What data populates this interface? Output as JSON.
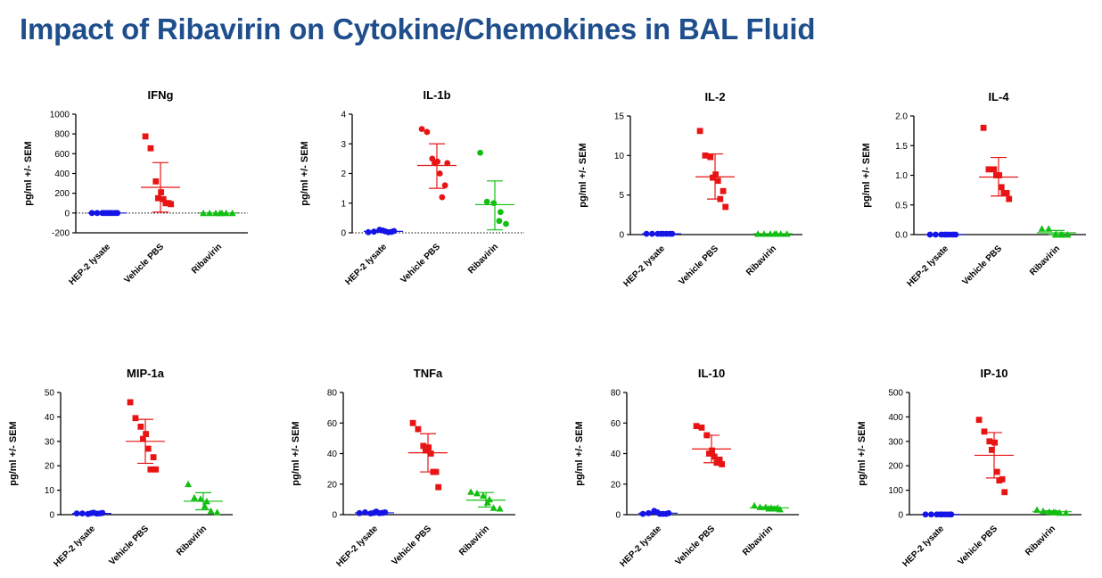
{
  "page": {
    "title": "Impact of Ribavirin on Cytokine/Chemokines in BAL Fluid"
  },
  "colors": {
    "hep2": "#1515e6",
    "vehicle": "#e81414",
    "ribavirin": "#11bf11",
    "title": "#1f4e8c"
  },
  "chart_data": [
    {
      "type": "scatter",
      "title": "IFNg",
      "ylabel": "pg/ml +/- SEM",
      "categories": [
        "HEP-2 lysate",
        "Vehicle PBS",
        "Ribavirin"
      ],
      "ylim": [
        -200,
        1000
      ],
      "yticks": [
        -200,
        0,
        200,
        400,
        600,
        800,
        1000
      ],
      "zero_line": "dotted",
      "series": [
        {
          "marker": "circle",
          "values": [
            0,
            0,
            0,
            0,
            0,
            0,
            0,
            0,
            0
          ],
          "mean": 0,
          "sem": [
            0,
            0
          ]
        },
        {
          "marker": "square",
          "values": [
            775,
            655,
            320,
            210,
            150,
            140,
            100,
            100,
            90
          ],
          "mean": 260,
          "sem": [
            10,
            510
          ]
        },
        {
          "marker": "triangle",
          "values": [
            0,
            0,
            0,
            0,
            0,
            0,
            0
          ],
          "mean": 0,
          "sem": [
            0,
            0
          ]
        }
      ]
    },
    {
      "type": "scatter",
      "title": "IL-1b",
      "ylabel": "pg/ml +/- SEM",
      "categories": [
        "HEP-2 lysate",
        "Vehicle PBS",
        "Ribavirin"
      ],
      "ylim": [
        0,
        4
      ],
      "yticks": [
        0,
        1,
        2,
        3,
        4
      ],
      "zero_line": "dotted",
      "series": [
        {
          "marker": "circle",
          "values": [
            0.02,
            0.04,
            0.1,
            0.05,
            0.08,
            0.02,
            0.06,
            0.03
          ],
          "mean": 0.05,
          "sem": [
            0.02,
            0.08
          ]
        },
        {
          "marker": "circle",
          "values": [
            3.5,
            3.4,
            2.5,
            2.4,
            2.35,
            2.0,
            1.6,
            1.2,
            2.35
          ],
          "mean": 2.27,
          "sem": [
            1.5,
            3.0
          ]
        },
        {
          "marker": "circle",
          "values": [
            2.7,
            1.05,
            1.0,
            0.7,
            0.4,
            0.3
          ],
          "mean": 0.95,
          "sem": [
            0.1,
            1.75
          ]
        }
      ]
    },
    {
      "type": "scatter",
      "title": "IL-2",
      "ylabel": "pg/ml +/- SEM",
      "categories": [
        "HEP-2 lysate",
        "Vehicle PBS",
        "Ribavirin"
      ],
      "ylim": [
        0,
        15
      ],
      "yticks": [
        0,
        5,
        10,
        15
      ],
      "series": [
        {
          "marker": "circle",
          "values": [
            0.1,
            0.1,
            0.1,
            0.1,
            0.1,
            0.1,
            0.1,
            0.1
          ],
          "mean": 0.1,
          "sem": [
            0.1,
            0.1
          ]
        },
        {
          "marker": "square",
          "values": [
            13.1,
            10.0,
            9.8,
            7.6,
            7.2,
            6.8,
            5.5,
            4.5,
            3.5
          ],
          "mean": 7.3,
          "sem": [
            4.5,
            10.2
          ]
        },
        {
          "marker": "triangle",
          "values": [
            0.1,
            0.1,
            0.1,
            0.1,
            0.1,
            0.1,
            0.1
          ],
          "mean": 0.1,
          "sem": [
            0.1,
            0.1
          ]
        }
      ]
    },
    {
      "type": "scatter",
      "title": "IL-4",
      "ylabel": "pg/ml +/- SEM",
      "categories": [
        "HEP-2 lysate",
        "Vehicle PBS",
        "Ribavirin"
      ],
      "ylim": [
        0,
        2.0
      ],
      "yticks": [
        0.0,
        0.5,
        1.0,
        1.5,
        2.0
      ],
      "decimals": 1,
      "series": [
        {
          "marker": "circle",
          "values": [
            0,
            0,
            0,
            0,
            0,
            0,
            0,
            0
          ],
          "mean": 0,
          "sem": [
            0,
            0
          ]
        },
        {
          "marker": "square",
          "values": [
            1.8,
            1.1,
            1.1,
            1.0,
            1.0,
            0.8,
            0.7,
            0.7,
            0.6
          ],
          "mean": 0.97,
          "sem": [
            0.65,
            1.3
          ]
        },
        {
          "marker": "triangle",
          "values": [
            0.1,
            0.1,
            0.0,
            0.0,
            0.0,
            0.0
          ],
          "mean": 0.03,
          "sem": [
            0.0,
            0.07
          ]
        }
      ]
    },
    {
      "type": "scatter",
      "title": "MIP-1a",
      "ylabel": "pg/ml +/- SEM",
      "categories": [
        "HEP-2 lysate",
        "Vehicle PBS",
        "Ribavirin"
      ],
      "ylim": [
        0,
        50
      ],
      "yticks": [
        0,
        10,
        20,
        30,
        40,
        50
      ],
      "series": [
        {
          "marker": "circle",
          "values": [
            0.5,
            0.5,
            0.3,
            0.8,
            0.6,
            0.4,
            0.7,
            0.5
          ],
          "mean": 0.5,
          "sem": [
            0.3,
            0.7
          ]
        },
        {
          "marker": "square",
          "values": [
            46,
            39.5,
            36,
            33,
            31,
            27,
            23.5,
            18.5,
            18.5
          ],
          "mean": 30,
          "sem": [
            21,
            39
          ]
        },
        {
          "marker": "triangle",
          "values": [
            12.5,
            7,
            6.5,
            5.5,
            3.5,
            1.5,
            1
          ],
          "mean": 5.5,
          "sem": [
            2,
            9
          ]
        }
      ]
    },
    {
      "type": "scatter",
      "title": "TNFa",
      "ylabel": "pg/ml +/- SEM",
      "categories": [
        "HEP-2 lysate",
        "Vehicle PBS",
        "Ribavirin"
      ],
      "ylim": [
        0,
        80
      ],
      "yticks": [
        0,
        20,
        40,
        60,
        80
      ],
      "series": [
        {
          "marker": "circle",
          "values": [
            1,
            1.5,
            0.8,
            2,
            1.2,
            1,
            1.5,
            1.2
          ],
          "mean": 1.2,
          "sem": [
            0.8,
            1.6
          ]
        },
        {
          "marker": "square",
          "values": [
            60,
            56,
            45,
            44,
            42,
            40,
            28,
            28,
            18
          ],
          "mean": 40.5,
          "sem": [
            28,
            53
          ]
        },
        {
          "marker": "triangle",
          "values": [
            15,
            14,
            12.5,
            10,
            8,
            4.5,
            4
          ],
          "mean": 9.5,
          "sem": [
            5,
            14.5
          ]
        }
      ]
    },
    {
      "type": "scatter",
      "title": "IL-10",
      "ylabel": "pg/ml +/- SEM",
      "categories": [
        "HEP-2 lysate",
        "Vehicle PBS",
        "Ribavirin"
      ],
      "ylim": [
        0,
        80
      ],
      "yticks": [
        0,
        20,
        40,
        60,
        80
      ],
      "series": [
        {
          "marker": "circle",
          "values": [
            0.5,
            1,
            2.5,
            0.5,
            1.5,
            0.5,
            1,
            0.5
          ],
          "mean": 1,
          "sem": [
            0.5,
            1.5
          ]
        },
        {
          "marker": "square",
          "values": [
            58,
            57,
            52,
            42,
            40,
            38,
            36,
            34,
            33
          ],
          "mean": 43,
          "sem": [
            34,
            52
          ]
        },
        {
          "marker": "triangle",
          "values": [
            6,
            5,
            5,
            4.5,
            4,
            4,
            3.5,
            4.5
          ],
          "mean": 4.5,
          "sem": [
            3.8,
            5.2
          ]
        }
      ]
    },
    {
      "type": "scatter",
      "title": "IP-10",
      "ylabel": "pg/ml +/- SEM",
      "categories": [
        "HEP-2 lysate",
        "Vehicle PBS",
        "Ribavirin"
      ],
      "ylim": [
        0,
        500
      ],
      "yticks": [
        0,
        100,
        200,
        300,
        400,
        500
      ],
      "series": [
        {
          "marker": "circle",
          "values": [
            1,
            1,
            1,
            1,
            1,
            1,
            1,
            1
          ],
          "mean": 1,
          "sem": [
            0.5,
            1.5
          ]
        },
        {
          "marker": "square",
          "values": [
            388,
            340,
            300,
            295,
            265,
            175,
            145,
            140,
            92
          ],
          "mean": 243,
          "sem": [
            150,
            336
          ]
        },
        {
          "marker": "triangle",
          "values": [
            20,
            15,
            12,
            10,
            10,
            8,
            8
          ],
          "mean": 12,
          "sem": [
            8,
            16
          ]
        }
      ]
    }
  ]
}
